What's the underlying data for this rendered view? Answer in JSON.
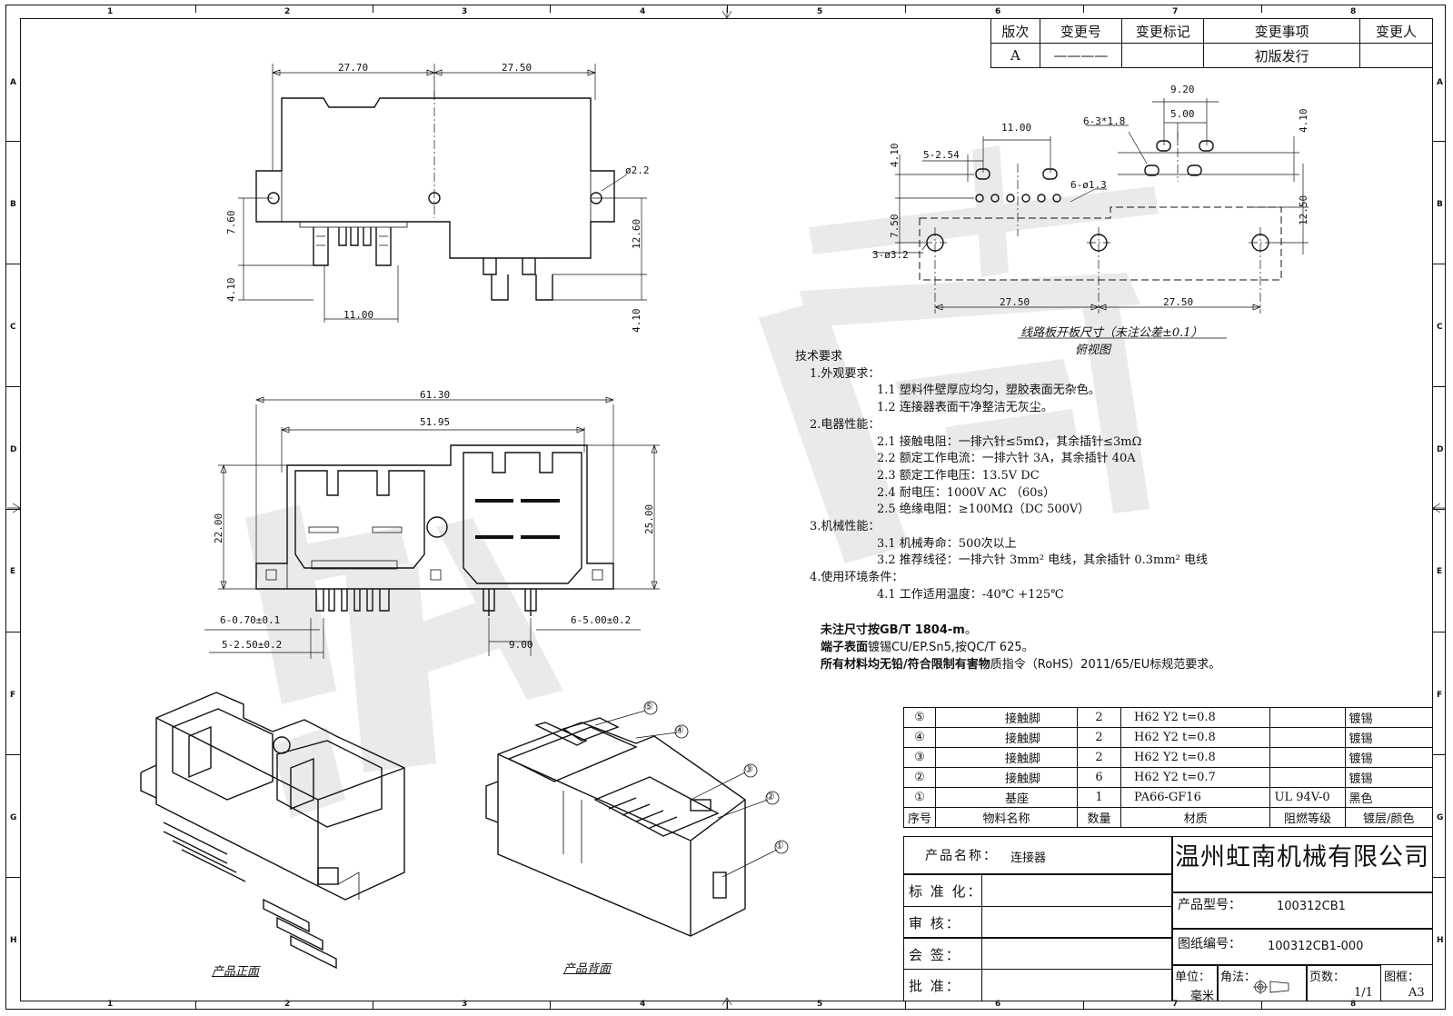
{
  "revision_table": {
    "headers": [
      "版次",
      "变更号",
      "变更标记",
      "变更事项",
      "变更人"
    ],
    "row": [
      "A",
      "————",
      "",
      "初版发行",
      ""
    ]
  },
  "zones": {
    "columns": [
      "1",
      "2",
      "3",
      "4",
      "5",
      "6",
      "7",
      "8"
    ],
    "rows": [
      "A",
      "B",
      "C",
      "D",
      "E",
      "F",
      "G",
      "H"
    ]
  },
  "dimensions": {
    "front": [
      "27.70",
      "27.50",
      "7.60",
      "4.10",
      "11.00",
      "ø2.2",
      "12.60",
      "4.10"
    ],
    "bottom": [
      "61.30",
      "51.95",
      "22.00",
      "25.00",
      "6-0.70±0.1",
      "5-2.50±0.2",
      "6-5.00±0.2",
      "9.00"
    ],
    "pcb": [
      "11.00",
      "9.20",
      "5.00",
      "6-3*1.8",
      "5-2.54",
      "4.10",
      "6-ø1.3",
      "7.50",
      "3-ø3.2",
      "4.10",
      "12.50",
      "27.50",
      "27.50"
    ]
  },
  "pcb_caption": "线路板开板尺寸（未注公差±0.1）",
  "top_view_caption": "俯视图",
  "tech": {
    "title": "技术要求",
    "lines": [
      {
        "level": 2,
        "text": "1.外观要求："
      },
      {
        "level": 3,
        "text": "1.1 塑料件壁厚应均匀，塑胶表面无杂色。"
      },
      {
        "level": 3,
        "text": "1.2 连接器表面干净整洁无灰尘。"
      },
      {
        "level": 2,
        "text": "2.电器性能："
      },
      {
        "level": 3,
        "text": "2.1 接触电阻：一排六针≤5mΩ，其余插针≤3mΩ"
      },
      {
        "level": 3,
        "text": "2.2 额定工作电流：一排六针 3A，其余插针 40A"
      },
      {
        "level": 3,
        "text": "2.3 额定工作电压：13.5V DC"
      },
      {
        "level": 3,
        "text": "2.4 耐电压：1000V AC （60s）"
      },
      {
        "level": 3,
        "text": "2.5 绝缘电阻：≥100MΩ（DC 500V）"
      },
      {
        "level": 2,
        "text": "3.机械性能："
      },
      {
        "level": 3,
        "text": "3.1 机械寿命：500次以上"
      },
      {
        "level": 3,
        "text": "3.2 推荐线径：一排六针 3mm² 电线，其余插针 0.3mm² 电线"
      },
      {
        "level": 2,
        "text": "4.使用环境条件："
      },
      {
        "level": 3,
        "text": "4.1 工作适用温度：-40℃ +125℃"
      }
    ]
  },
  "notes": [
    {
      "bold": "未注尺寸按GB/T 1804-m",
      "rest": "。"
    },
    {
      "bold": "端子表面",
      "rest": "镀锡CU/EP.Sn5,按QC/T 625。"
    },
    {
      "bold": "所有材料均无铅/符合限制有害物",
      "rest": "质指令（RoHS）2011/65/EU标规范要求。"
    }
  ],
  "view_captions": {
    "front": "产品正面",
    "back": "产品背面"
  },
  "balloons": [
    "①",
    "②",
    "③",
    "④",
    "⑤"
  ],
  "bom": {
    "rows": [
      {
        "no": "⑤",
        "name": "接触脚",
        "qty": "2",
        "material": "H62 Y2 t=0.8",
        "flame": "",
        "finish": "镀锡"
      },
      {
        "no": "④",
        "name": "接触脚",
        "qty": "2",
        "material": "H62 Y2 t=0.8",
        "flame": "",
        "finish": "镀锡"
      },
      {
        "no": "③",
        "name": "接触脚",
        "qty": "2",
        "material": "H62 Y2 t=0.8",
        "flame": "",
        "finish": "镀锡"
      },
      {
        "no": "②",
        "name": "接触脚",
        "qty": "6",
        "material": "H62 Y2 t=0.7",
        "flame": "",
        "finish": "镀锡"
      },
      {
        "no": "①",
        "name": "基座",
        "qty": "1",
        "material": "PA66-GF16",
        "flame": "UL 94V-0",
        "finish": "黑色"
      }
    ],
    "headers": [
      "序号",
      "物料名称",
      "数量",
      "材质",
      "阻燃等级",
      "镀层/颜色"
    ]
  },
  "title_block": {
    "product_name_label": "产品名称：",
    "product_name": "连接器",
    "company": "温州虹南机械有限公司",
    "standard_label": "标 准 化：",
    "review_label": "审    核：",
    "sign_label": "会    签：",
    "approve_label": "批    准：",
    "model_label": "产品型号：",
    "model": "100312CB1",
    "drawing_no_label": "图纸编号：",
    "drawing_no": "100312CB1-000",
    "unit_label": "单位：",
    "unit": "毫米",
    "angle_label": "角法：",
    "page_label": "页数：",
    "page": "1/1",
    "size_label": "图框：",
    "size": "A3"
  },
  "watermark": "虹南"
}
